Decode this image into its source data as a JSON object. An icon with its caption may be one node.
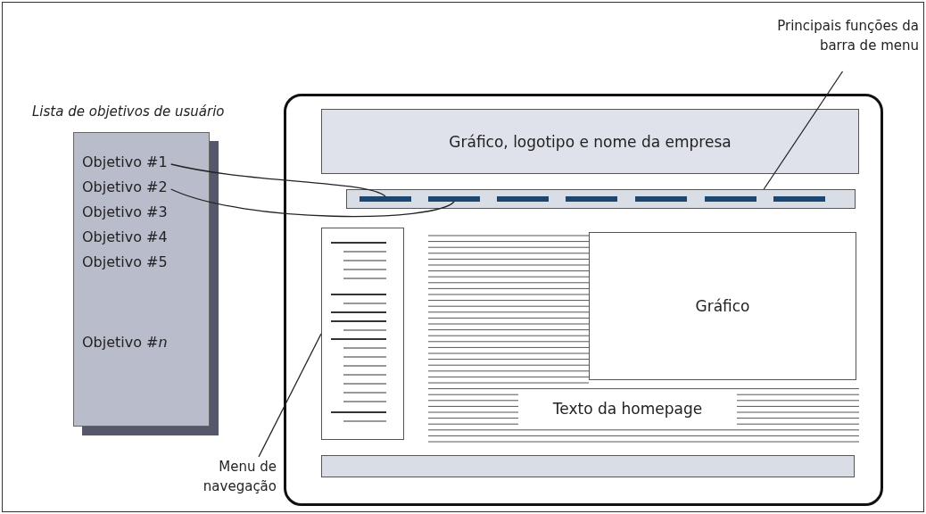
{
  "diagram": {
    "nodes": [
      {
        "text": [
          "Lista de objetivos de usuário"
        ]
      },
      {
        "text": [
          "Objetivo #1"
        ],
        "in": 0
      },
      {
        "text": [
          "Objetivo #2"
        ],
        "in": 0
      },
      {
        "text": [
          "Objetivo #3"
        ],
        "in": 0
      },
      {
        "text": [
          "Objetivo #4"
        ],
        "in": 0
      },
      {
        "text": [
          "Objetivo #5"
        ],
        "in": 0
      },
      {
        "text": [
          "Objetivo #*n*"
        ],
        "in": 0
      },
      {
        "text": [],
        "shape": "box"
      },
      {
        "text": [
          "Gráfico, logotipo e nome da empresa"
        ],
        "in": 7
      },
      {
        "text": [],
        "shape": "bar",
        "in": 7
      },
      {
        "text": [],
        "shape": "bar",
        "in": 9
      },
      {
        "text": [],
        "shape": "bar",
        "in": 9
      },
      {
        "text": [],
        "shape": "bar",
        "in": 9
      },
      {
        "text": [],
        "shape": "bar",
        "in": 9
      },
      {
        "text": [],
        "shape": "bar",
        "in": 9
      },
      {
        "text": [],
        "shape": "bar",
        "in": 9
      },
      {
        "text": [],
        "shape": "bar",
        "in": 9
      },
      {
        "text": [],
        "shape": "box",
        "in": 7
      },
      {
        "text": [
          "Gráfico"
        ],
        "in": 7
      },
      {
        "text": [],
        "shape": "bar",
        "in": 7
      },
      {
        "text": [
          "Principais funções da barra de menu"
        ]
      },
      {
        "text": [
          "Menu de navegação"
        ]
      }
    ],
    "edges": [
      {
        "from": 1,
        "to": 10,
        "arrow": "none"
      },
      {
        "from": 2,
        "to": 11,
        "arrow": "none"
      },
      {
        "from": 20,
        "to": 9,
        "arrow": "none"
      },
      {
        "from": 21,
        "to": 17,
        "arrow": "none"
      }
    ],
    "labels": [
      "Texto da homepage"
    ]
  }
}
